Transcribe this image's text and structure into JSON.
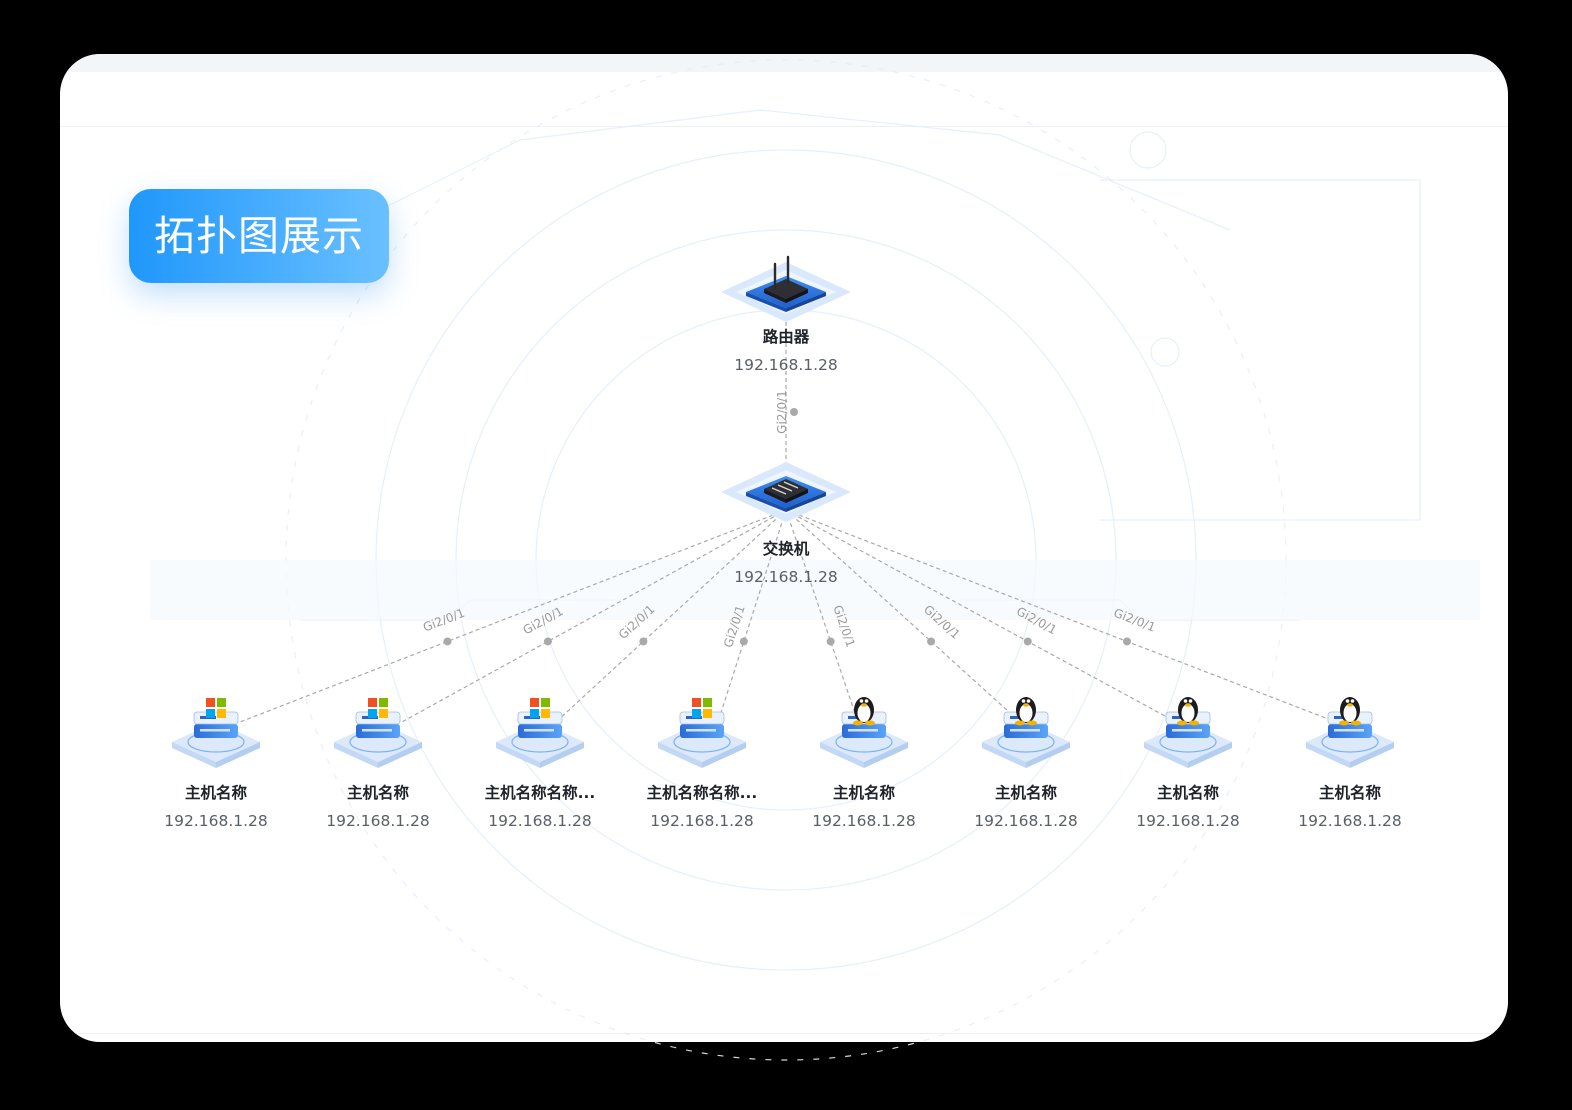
{
  "title": "拓扑图展示",
  "colors": {
    "badge_start": "#1f97fb",
    "badge_end": "#6ac0ff",
    "link": "#a9a9a9",
    "port_dot": "#a9a9a9",
    "device_blue": "#2b6fd6"
  },
  "router": {
    "name": "路由器",
    "ip": "192.168.1.28",
    "icon": "router-icon"
  },
  "uplink": {
    "port": "Gi2/0/1"
  },
  "switch": {
    "name": "交换机",
    "ip": "192.168.1.28",
    "icon": "switch-icon"
  },
  "hosts": [
    {
      "name": "主机名称",
      "ip": "192.168.1.28",
      "os": "windows",
      "port": "Gi2/0/1"
    },
    {
      "name": "主机名称",
      "ip": "192.168.1.28",
      "os": "windows",
      "port": "Gi2/0/1"
    },
    {
      "name": "主机名称名称...",
      "ip": "192.168.1.28",
      "os": "windows",
      "port": "Gi2/0/1"
    },
    {
      "name": "主机名称名称...",
      "ip": "192.168.1.28",
      "os": "windows",
      "port": "Gi2/0/1"
    },
    {
      "name": "主机名称",
      "ip": "192.168.1.28",
      "os": "linux",
      "port": "Gi2/0/1"
    },
    {
      "name": "主机名称",
      "ip": "192.168.1.28",
      "os": "linux",
      "port": "Gi2/0/1"
    },
    {
      "name": "主机名称",
      "ip": "192.168.1.28",
      "os": "linux",
      "port": "Gi2/0/1"
    },
    {
      "name": "主机名称",
      "ip": "192.168.1.28",
      "os": "linux",
      "port": "Gi2/0/1"
    }
  ]
}
